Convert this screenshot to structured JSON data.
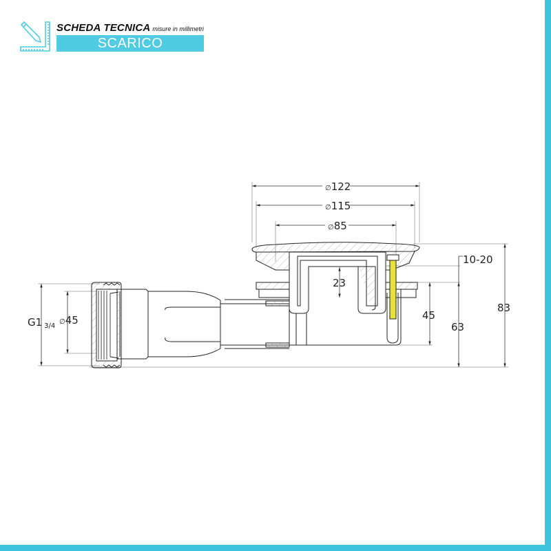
{
  "header": {
    "title": "SCHEDA TECNICA",
    "subtitle": "misure in millimetri",
    "product": "SCARICO",
    "icon": "ruler-pencil-icon"
  },
  "dimensions": {
    "cap_outer": "122",
    "cap_inner": "115",
    "grate": "85",
    "depth_inner": "23",
    "adjust_range": "10-20",
    "outlet_height": "45",
    "body_height": "63",
    "total_height": "83",
    "thread_main": "G1",
    "thread_fraction": "3/4",
    "outlet_diameter": "45",
    "diameter_symbol": "∅"
  },
  "colors": {
    "accent": "#4fcbe2",
    "border": "#3cc4dc",
    "screw": "#e6e23a"
  }
}
